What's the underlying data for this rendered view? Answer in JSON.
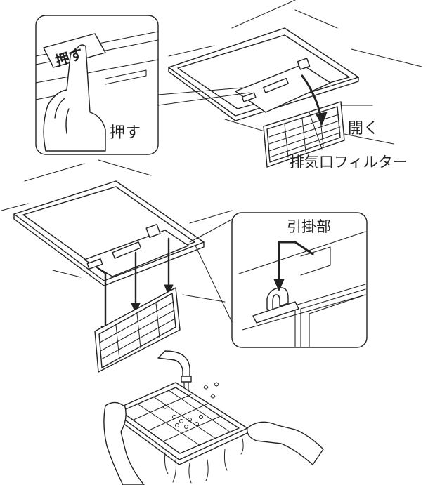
{
  "labels": {
    "push_sign": "押す",
    "push": "押す",
    "open": "開く",
    "exhaust_filter": "排気口フィルター",
    "hook": "引掛部"
  },
  "colors": {
    "line": "#222222",
    "fill": "#ffffff"
  }
}
